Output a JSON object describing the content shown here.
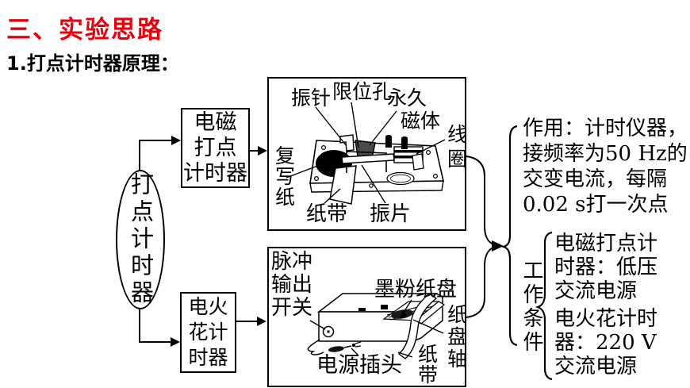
{
  "colors": {
    "title_red": "#e8000d",
    "ink": "#000000",
    "magnet_gray": "#4a4a4a"
  },
  "header": {
    "title": "三、实验思路",
    "subtitle": "1.打点计时器原理："
  },
  "flowchart": {
    "root": "打点计时器",
    "electromagnetic_box": {
      "line1": "电磁",
      "line2": "打点",
      "line3": "计时器"
    },
    "spark_box": {
      "line1": "电火",
      "line2": "花计",
      "line3": "时器"
    }
  },
  "em_timer_figure": {
    "needle": "振针",
    "limit_hole": "限位孔",
    "permanent": "永久",
    "magnet": "磁体",
    "coil": "线圈",
    "carbon_paper": "复写纸",
    "paper_tape": "纸带",
    "vibrating_blade": "振片"
  },
  "spark_timer_figure": {
    "pulse_line1": "脉冲",
    "pulse_line2": "输出",
    "pulse_line3": "开关",
    "toner_disc": "墨粉纸盘",
    "disc_axle": "纸盘轴",
    "paper_tape": "纸带",
    "power_plug": "电源插头"
  },
  "right_panel": {
    "usage": {
      "line1": "作用：计时仪器，",
      "line2": "接频率为50 Hz的",
      "line3": "交变电流，每隔",
      "line4": "0.02 s打一次点"
    },
    "working_conditions_label": "工作条件",
    "condition_em": {
      "line1": "电磁打点计",
      "line2": "时器：低压",
      "line3": "交流电源"
    },
    "condition_spark": {
      "line1": "电火花计时",
      "line2": "器：220 V",
      "line3": "交流电源"
    }
  }
}
